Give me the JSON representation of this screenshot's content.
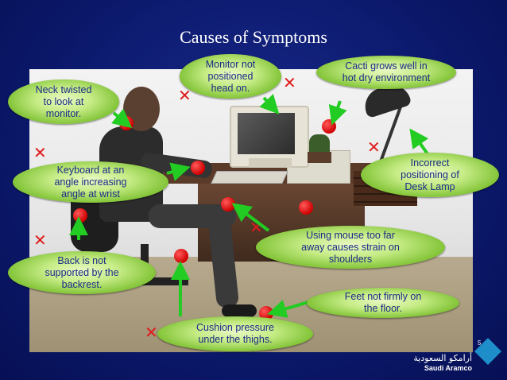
{
  "slide": {
    "title": "Causes of Symptoms",
    "page_number": "5"
  },
  "labels": {
    "monitor": "Monitor not\npositioned\nhead on.",
    "cacti": "Cacti grows well in\nhot dry environment",
    "neck": "Neck twisted\nto look at\nmonitor.",
    "keyboard": "Keyboard at an\nangle increasing\nangle at wrist",
    "lamp": "Incorrect\npositioning of\nDesk Lamp",
    "mouse": "Using mouse too far\naway causes strain on\nshoulders",
    "back": "Back is not\nsupported by the\nbackrest.",
    "feet": "Feet not firmly on\nthe floor.",
    "cushion": "Cushion pressure\nunder the thighs."
  },
  "logo": {
    "arabic": "أرامكو السعودية",
    "english": "Saudi Aramco"
  },
  "colors": {
    "background": "#0c1a6e",
    "label_fill": "#c6ec86",
    "label_text": "#1b2a8a",
    "arrow": "#22cc22",
    "marker": "#e01b1b"
  }
}
